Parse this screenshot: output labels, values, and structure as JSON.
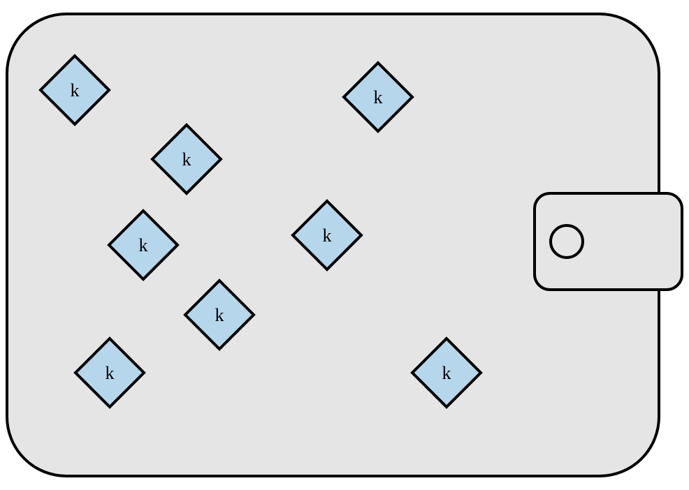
{
  "diagram": {
    "wallet": {
      "fill": "#e5e5e5",
      "stroke": "#000000"
    },
    "clasp": {
      "fill": "#e5e5e5",
      "stroke": "#000000"
    },
    "key_style": {
      "fill": "#b6d6ec",
      "stroke": "#000000"
    },
    "keys": [
      {
        "label": "k"
      },
      {
        "label": "k"
      },
      {
        "label": "k"
      },
      {
        "label": "k"
      },
      {
        "label": "k"
      },
      {
        "label": "k"
      },
      {
        "label": "k"
      },
      {
        "label": "k"
      }
    ]
  }
}
